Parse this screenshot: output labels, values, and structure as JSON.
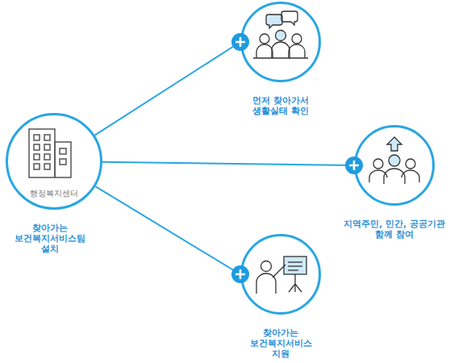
{
  "diagram": {
    "nodes": [
      {
        "text": [
          "행정복지센터",
          "찾아가는 보건복지서비스팀 설치"
        ]
      },
      {
        "text": [
          "먼저 찾아가서 생활실태 확인"
        ]
      },
      {
        "text": [
          "지역주민, 민간, 공공기관 함께 참여"
        ]
      },
      {
        "text": [
          "찾아가는 보건복지서비스 지원"
        ]
      }
    ],
    "edges": [
      {
        "from": 0,
        "to": 1,
        "arrow": "none"
      },
      {
        "from": 0,
        "to": 2,
        "arrow": "none"
      },
      {
        "from": 0,
        "to": 3,
        "arrow": "none"
      }
    ]
  }
}
